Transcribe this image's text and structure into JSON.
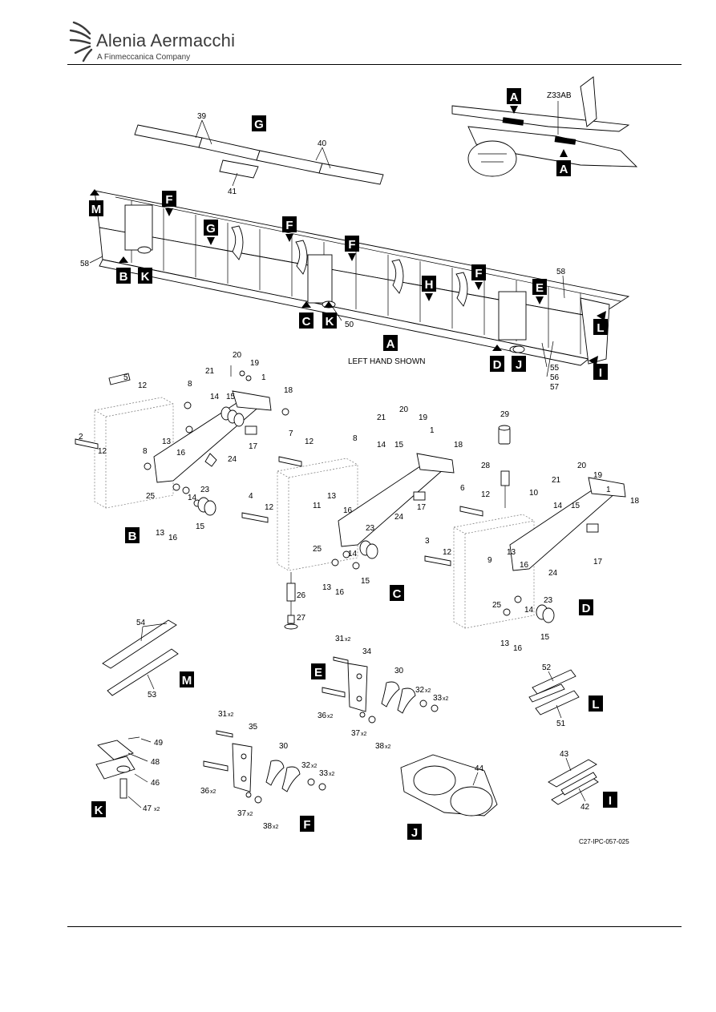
{
  "brand": {
    "name": "Alenia Aermacchi",
    "subtitle": "A Finmeccanica Company"
  },
  "figure": {
    "aircraft_zone": "Z33AB",
    "view_note": "LEFT HAND SHOWN",
    "reference_code": "C27-IPC-057-025",
    "view_tags": [
      "A",
      "B",
      "C",
      "D",
      "E",
      "F",
      "G",
      "H",
      "I",
      "J",
      "K",
      "L",
      "M"
    ]
  },
  "callouts": {
    "c1": "1",
    "c2": "2",
    "c3": "3",
    "c4": "4",
    "c5": "5",
    "c6": "6",
    "c7": "7",
    "c8": "8",
    "c9": "9",
    "c10": "10",
    "c11": "11",
    "c12": "12",
    "c13": "13",
    "c14": "14",
    "c15": "15",
    "c16": "16",
    "c17": "17",
    "c18": "18",
    "c19": "19",
    "c20": "20",
    "c21": "21",
    "c23": "23",
    "c24": "24",
    "c25": "25",
    "c26": "26",
    "c27": "27",
    "c28": "28",
    "c29": "29",
    "c30": "30",
    "c31": "31",
    "c32": "32",
    "c33": "33",
    "c34": "34",
    "c35": "35",
    "c36": "36",
    "c37": "37",
    "c38": "38",
    "c39": "39",
    "c40": "40",
    "c41": "41",
    "c42": "42",
    "c43": "43",
    "c44": "44",
    "c46": "46",
    "c47": "47",
    "c48": "48",
    "c49": "49",
    "c50": "50",
    "c51": "51",
    "c52": "52",
    "c53": "53",
    "c54": "54",
    "c55": "55",
    "c56": "56",
    "c57": "57",
    "c58": "58",
    "x2": "x2"
  },
  "colors": {
    "ink": "#000000",
    "paper": "#ffffff",
    "brand_grey": "#3b3b3b",
    "hidden_line": "#777777"
  },
  "icons": {
    "logo": "swoosh-logo-icon",
    "arrow": "view-arrow-icon"
  }
}
